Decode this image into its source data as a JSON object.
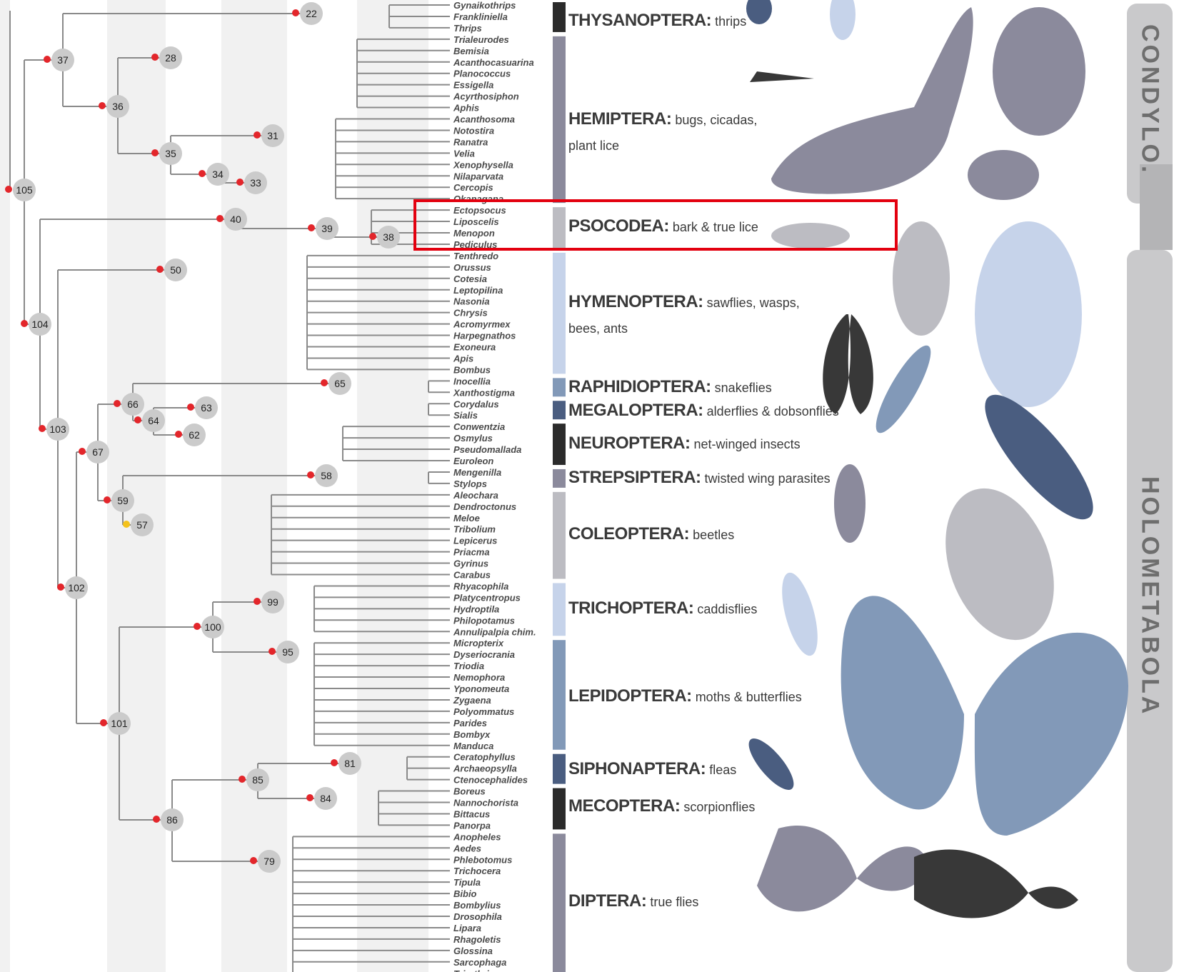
{
  "colors": {
    "node_dot": "#e3262b",
    "node_dot_special": "#f4c21b",
    "node_circle": "#cbcbcb",
    "branch": "#8a8a8a",
    "highlight": "#e3000f",
    "bands": "#f1f1f1",
    "silhouette_slate": "#8b8a9c",
    "silhouette_dark": "#383838",
    "silhouette_light_blue": "#c6d3ea",
    "silhouette_blue": "#8299b8",
    "silhouette_navy": "#4a5d80",
    "silhouette_grey": "#bcbcc2"
  },
  "taxa": [
    "Gynaikothrips",
    "Frankliniella",
    "Thrips",
    "Trialeurodes",
    "Bemisia",
    "Acanthocasuarina",
    "Planococcus",
    "Essigella",
    "Acyrthosiphon",
    "Aphis",
    "Acanthosoma",
    "Notostira",
    "Ranatra",
    "Velia",
    "Xenophysella",
    "Nilaparvata",
    "Cercopis",
    "Okanagana",
    "Ectopsocus",
    "Liposcelis",
    "Menopon",
    "Pediculus",
    "Tenthredo",
    "Orussus",
    "Cotesia",
    "Leptopilina",
    "Nasonia",
    "Chrysis",
    "Acromyrmex",
    "Harpegnathos",
    "Exoneura",
    "Apis",
    "Bombus",
    "Inocellia",
    "Xanthostigma",
    "Corydalus",
    "Sialis",
    "Conwentzia",
    "Osmylus",
    "Pseudomallada",
    "Euroleon",
    "Mengenilla",
    "Stylops",
    "Aleochara",
    "Dendroctonus",
    "Meloe",
    "Tribolium",
    "Lepicerus",
    "Priacma",
    "Gyrinus",
    "Carabus",
    "Rhyacophila",
    "Platycentropus",
    "Hydroptila",
    "Philopotamus",
    "Annulipalpia chim.",
    "Micropterix",
    "Dyseriocrania",
    "Triodia",
    "Nemophora",
    "Yponomeuta",
    "Zygaena",
    "Polyommatus",
    "Parides",
    "Bombyx",
    "Manduca",
    "Ceratophyllus",
    "Archaeopsylla",
    "Ctenocephalides",
    "Boreus",
    "Nannochorista",
    "Bittacus",
    "Panorpa",
    "Anopheles",
    "Aedes",
    "Phlebotomus",
    "Trichocera",
    "Tipula",
    "Bibio",
    "Bombylius",
    "Drosophila",
    "Lipara",
    "Rhagoletis",
    "Glossina",
    "Sarcophaga",
    "Triarthria"
  ],
  "nodes": [
    "22",
    "37",
    "28",
    "36",
    "31",
    "35",
    "34",
    "33",
    "105",
    "40",
    "39",
    "38",
    "50",
    "104",
    "65",
    "66",
    "63",
    "64",
    "62",
    "103",
    "67",
    "58",
    "59",
    "57",
    "102",
    "99",
    "100",
    "95",
    "101",
    "81",
    "85",
    "84",
    "86",
    "79"
  ],
  "orders": [
    {
      "name": "THYSANOPTERA:",
      "common": "thrips",
      "color": "#2b2b2b"
    },
    {
      "name": "HEMIPTERA:",
      "common": "bugs, cicadas,",
      "common2": "plant lice",
      "color": "#8b8a9c"
    },
    {
      "name": "PSOCODEA:",
      "common": "bark & true lice",
      "color": "#bcbcc2"
    },
    {
      "name": "HYMENOPTERA:",
      "common": "sawflies, wasps,",
      "common2": "bees, ants",
      "color": "#c6d3ea"
    },
    {
      "name": "RAPHIDIOPTERA:",
      "common": "snakeflies",
      "color": "#8299b8"
    },
    {
      "name": "MEGALOPTERA:",
      "common": "alderflies & dobsonflies",
      "color": "#4a5d80"
    },
    {
      "name": "NEUROPTERA:",
      "common": "net-winged insects",
      "color": "#2b2b2b"
    },
    {
      "name": "STREPSIPTERA:",
      "common": "twisted wing parasites",
      "color": "#8b8a9c"
    },
    {
      "name": "COLEOPTERA:",
      "common": "beetles",
      "color": "#bcbcc2"
    },
    {
      "name": "TRICHOPTERA:",
      "common": "caddisflies",
      "color": "#c6d3ea"
    },
    {
      "name": "LEPIDOPTERA:",
      "common": "moths & butterflies",
      "color": "#8299b8"
    },
    {
      "name": "SIPHONAPTERA:",
      "common": "fleas",
      "color": "#4a5d80"
    },
    {
      "name": "MECOPTERA:",
      "common": "scorpionflies",
      "color": "#2b2b2b"
    },
    {
      "name": "DIPTERA:",
      "common": "true flies",
      "color": "#8b8a9c"
    }
  ],
  "superorders": [
    "CONDYLO.",
    "HOLOMETABOLA"
  ]
}
